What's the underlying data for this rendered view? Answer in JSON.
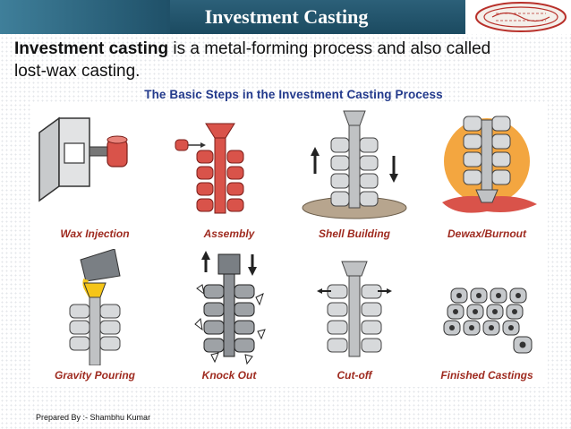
{
  "slide": {
    "title": "Investment Casting",
    "intro_bold": "Investment casting",
    "intro_rest": " is a metal-forming process  and also called lost-wax casting.",
    "figure_title": "The Basic Steps in the Investment Casting Process",
    "footer": "Prepared By :-  Shambhu Kumar"
  },
  "steps": [
    {
      "label": "Wax Injection",
      "icon": "wax-injection-illustration"
    },
    {
      "label": "Assembly",
      "icon": "wax-tree-assembly-illustration"
    },
    {
      "label": "Shell Building",
      "icon": "shell-building-illustration"
    },
    {
      "label": "Dewax/Burnout",
      "icon": "dewax-burnout-illustration"
    },
    {
      "label": "Gravity Pouring",
      "icon": "gravity-pouring-illustration"
    },
    {
      "label": "Knock Out",
      "icon": "knock-out-illustration"
    },
    {
      "label": "Cut-off",
      "icon": "cut-off-illustration"
    },
    {
      "label": "Finished Castings",
      "icon": "finished-castings-illustration"
    }
  ],
  "colors": {
    "title_bar": "#1b4a60",
    "label_red": "#9e2a1f",
    "figure_title_blue": "#233a8c",
    "wax_red": "#d9534a",
    "ceramic_gray": "#b9bcbf",
    "burnout_orange": "#f3a640"
  }
}
